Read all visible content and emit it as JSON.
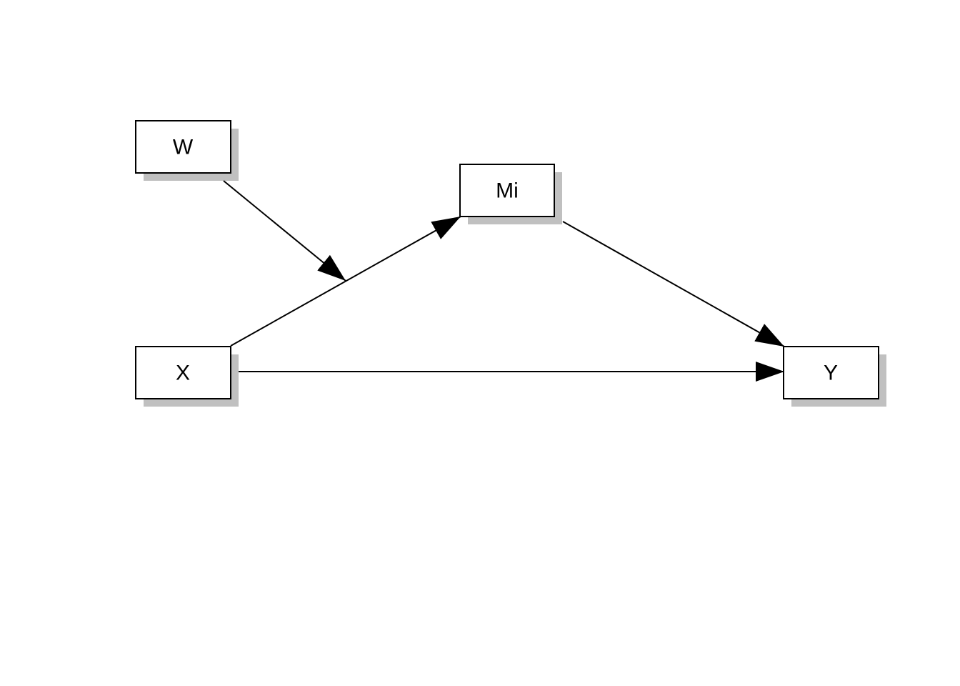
{
  "diagram": {
    "type": "moderated-mediation-path-diagram",
    "nodes": {
      "w": {
        "label": "W"
      },
      "mi": {
        "label": "Mi"
      },
      "x": {
        "label": "X"
      },
      "y": {
        "label": "Y"
      }
    },
    "edges": [
      {
        "from": "X",
        "to": "Mi"
      },
      {
        "from": "Mi",
        "to": "Y"
      },
      {
        "from": "X",
        "to": "Y"
      },
      {
        "from": "W",
        "to": "X→Mi path"
      }
    ],
    "colors": {
      "box_fill": "#ffffff",
      "box_stroke": "#000000",
      "shadow": "#c0c0c0",
      "arrow": "#000000"
    }
  }
}
